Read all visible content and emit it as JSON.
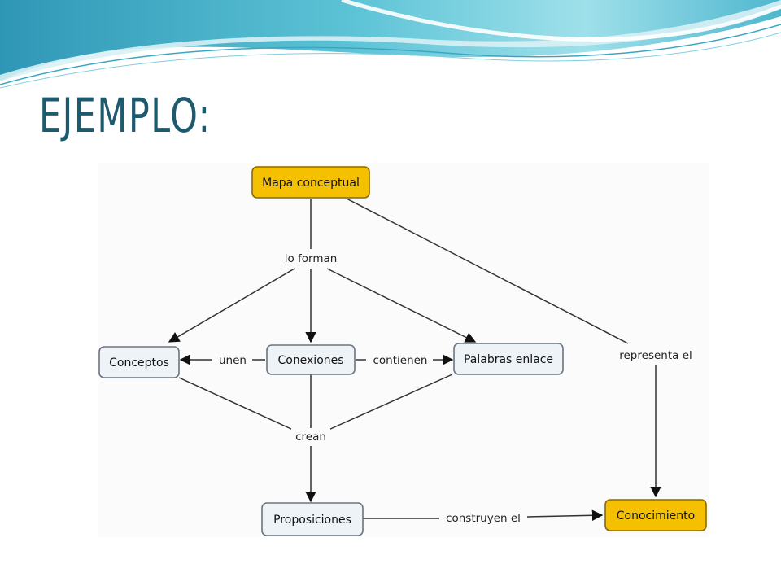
{
  "slide": {
    "title": "EJEMPLO:"
  },
  "concept_map": {
    "nodes": {
      "mapa": "Mapa conceptual",
      "conceptos": "Conceptos",
      "conexiones": "Conexiones",
      "palabras": "Palabras enlace",
      "proposiciones": "Proposiciones",
      "conocimiento": "Conocimiento"
    },
    "links": {
      "lo_forman": "lo forman",
      "unen": "unen",
      "contienen": "contienen",
      "crean": "crean",
      "construyen_el": "construyen el",
      "representa_el": "representa el"
    },
    "colors": {
      "highlight_node_fill": "#f5c000",
      "highlight_node_stroke": "#8a6a00",
      "node_fill": "#eef3f8",
      "node_stroke": "#6b7480"
    }
  }
}
